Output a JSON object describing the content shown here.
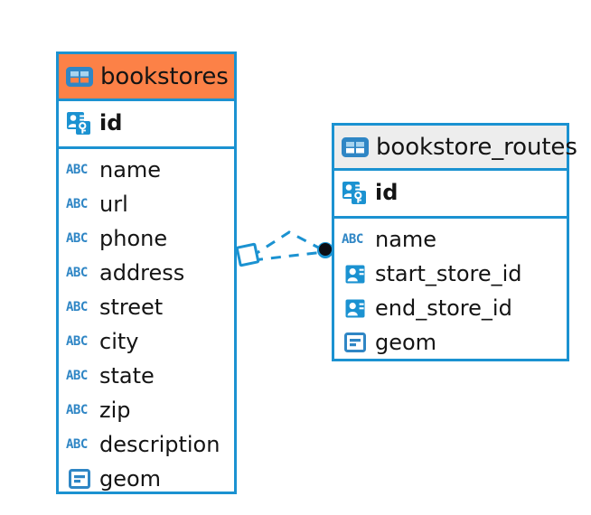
{
  "diagram": {
    "type": "entity-relationship-diagram",
    "background_color": "#ffffff",
    "accent_color": "#1b92d1",
    "highlight_color": "#fc8147",
    "header_gray": "#ededed"
  },
  "entities": [
    {
      "name": "bookstores",
      "header_style": "orange",
      "table_icon": "table-icon",
      "primary_keys": [
        {
          "label": "id",
          "icon": "primary-key-icon"
        }
      ],
      "fields": [
        {
          "label": "name",
          "icon": "abc-text-icon",
          "icon_text": "ABC"
        },
        {
          "label": "url",
          "icon": "abc-text-icon",
          "icon_text": "ABC"
        },
        {
          "label": "phone",
          "icon": "abc-text-icon",
          "icon_text": "ABC"
        },
        {
          "label": "address",
          "icon": "abc-text-icon",
          "icon_text": "ABC"
        },
        {
          "label": "street",
          "icon": "abc-text-icon",
          "icon_text": "ABC"
        },
        {
          "label": "city",
          "icon": "abc-text-icon",
          "icon_text": "ABC"
        },
        {
          "label": "state",
          "icon": "abc-text-icon",
          "icon_text": "ABC"
        },
        {
          "label": "zip",
          "icon": "abc-text-icon",
          "icon_text": "ABC"
        },
        {
          "label": "description",
          "icon": "abc-text-icon",
          "icon_text": "ABC"
        },
        {
          "label": "geom",
          "icon": "geometry-icon",
          "icon_text": ""
        }
      ]
    },
    {
      "name": "bookstore_routes",
      "header_style": "gray",
      "table_icon": "table-icon",
      "primary_keys": [
        {
          "label": "id",
          "icon": "primary-key-icon"
        }
      ],
      "fields": [
        {
          "label": "name",
          "icon": "abc-text-icon",
          "icon_text": "ABC"
        },
        {
          "label": "start_store_id",
          "icon": "foreign-key-icon",
          "icon_text": ""
        },
        {
          "label": "end_store_id",
          "icon": "foreign-key-icon",
          "icon_text": ""
        },
        {
          "label": "geom",
          "icon": "geometry-icon",
          "icon_text": ""
        }
      ]
    }
  ],
  "relationship": {
    "style": "dashed",
    "color": "#1b92d1",
    "source_marker": "diamond-marker",
    "target_marker": "filled-circle-marker"
  }
}
